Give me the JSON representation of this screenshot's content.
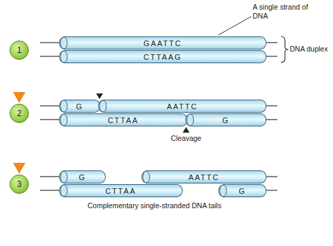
{
  "diagram": {
    "nodes": [
      {
        "text": [
          "1"
        ]
      },
      {
        "text": [
          "GAATTC"
        ]
      },
      {
        "text": [
          "CTTAAG"
        ]
      },
      {
        "text": [
          "2"
        ]
      },
      {
        "text": [
          "G"
        ]
      },
      {
        "text": [
          "AATTC"
        ]
      },
      {
        "text": [
          "CTTAA"
        ]
      },
      {
        "text": [
          "G"
        ]
      },
      {
        "text": [
          "3"
        ]
      },
      {
        "text": [
          "G"
        ]
      },
      {
        "text": [
          "AATTC"
        ]
      },
      {
        "text": [
          "CTTAA"
        ]
      },
      {
        "text": [
          "G"
        ]
      }
    ],
    "edges": [
      {
        "from": 0,
        "to": 3,
        "arrow": "to"
      },
      {
        "from": 3,
        "to": 8,
        "arrow": "to"
      }
    ],
    "labels": [
      "A single strand of DNA",
      "DNA duplex",
      "Cleavage",
      "Complementary single-stranded DNA tails"
    ]
  }
}
